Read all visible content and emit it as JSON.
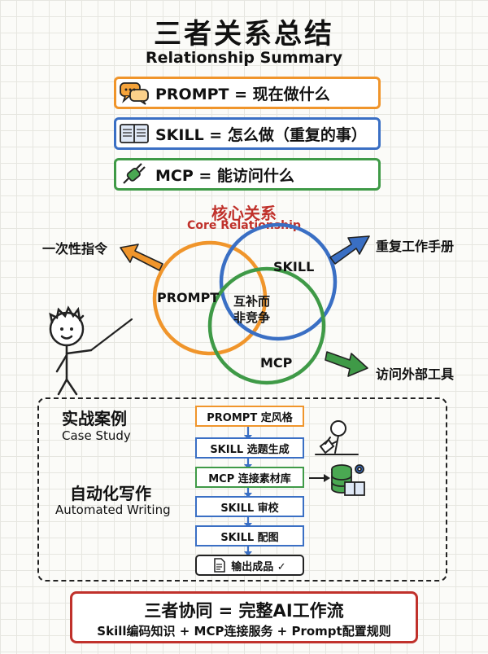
{
  "header": {
    "title": "三者关系总结",
    "subtitle": "Relationship Summary"
  },
  "definitions": [
    {
      "text": "PROMPT = 现在做什么",
      "color": "#f0952b",
      "icon": "speech-bubbles-icon"
    },
    {
      "text": "SKILL = 怎么做（重复的事）",
      "color": "#3a6fc4",
      "icon": "book-icon"
    },
    {
      "text": "MCP = 能访问什么",
      "color": "#3f9a47",
      "icon": "plug-icon"
    }
  ],
  "core": {
    "title": "核心关系",
    "subtitle": "Core Relationship",
    "color": "#c0312b",
    "circles": {
      "prompt": "PROMPT",
      "skill": "SKILL",
      "mcp": "MCP"
    },
    "center_line1": "互补而",
    "center_line2": "非竞争",
    "arrows": {
      "prompt": "一次性指令",
      "skill": "重复工作手册",
      "mcp": "访问外部工具"
    }
  },
  "case_study": {
    "title": "实战案例",
    "title_en": "Case Study",
    "subject": "自动化写作",
    "subject_en": "Automated Writing",
    "steps": [
      {
        "label": "PROMPT 定风格",
        "color": "#f0952b"
      },
      {
        "label": "SKILL 选题生成",
        "color": "#3a6fc4"
      },
      {
        "label": "MCP 连接素材库",
        "color": "#3f9a47"
      },
      {
        "label": "SKILL 审校",
        "color": "#3a6fc4"
      },
      {
        "label": "SKILL 配图",
        "color": "#3a6fc4"
      },
      {
        "label": "输出成品 ✓",
        "color": "#222222"
      }
    ]
  },
  "summary": {
    "title": "三者协同 = 完整AI工作流",
    "subtitle": "Skill编码知识 + MCP连接服务 + Prompt配置规则",
    "color": "#c0312b"
  }
}
